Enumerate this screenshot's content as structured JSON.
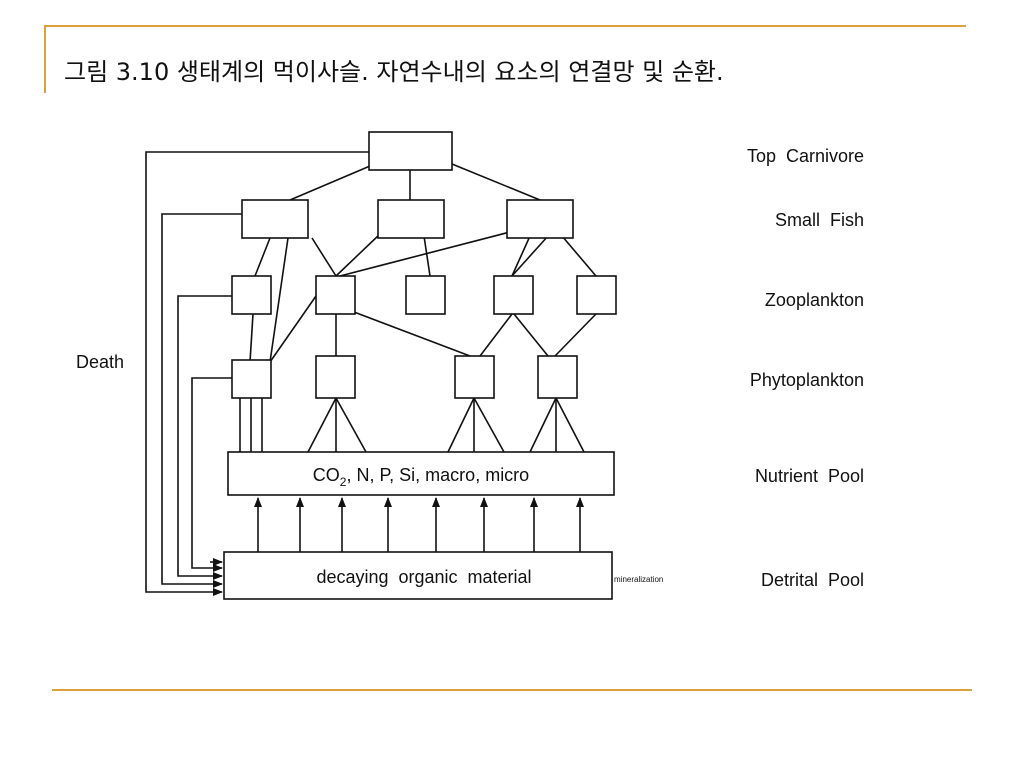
{
  "slide": {
    "title": "그림 3.10 생태계의 먹이사슬. 자연수내의 요소의 연결망 및 순환.",
    "accent_color": "#D9A13A"
  },
  "diagram": {
    "levels": {
      "top_carnivore": "Top  Carnivore",
      "small_fish": "Small  Fish",
      "zooplankton": "Zooplankton",
      "phytoplankton": "Phytoplankton",
      "nutrient_pool": "Nutrient  Pool",
      "detrital_pool": "Detrital  Pool"
    },
    "death_label": "Death",
    "nutrient_contents": {
      "co": "CO",
      "sub": "2",
      "rest": ", N, P, Si, macro, micro"
    },
    "detritus_contents": "decaying  organic  material",
    "mineralization_label": "mineralization"
  }
}
